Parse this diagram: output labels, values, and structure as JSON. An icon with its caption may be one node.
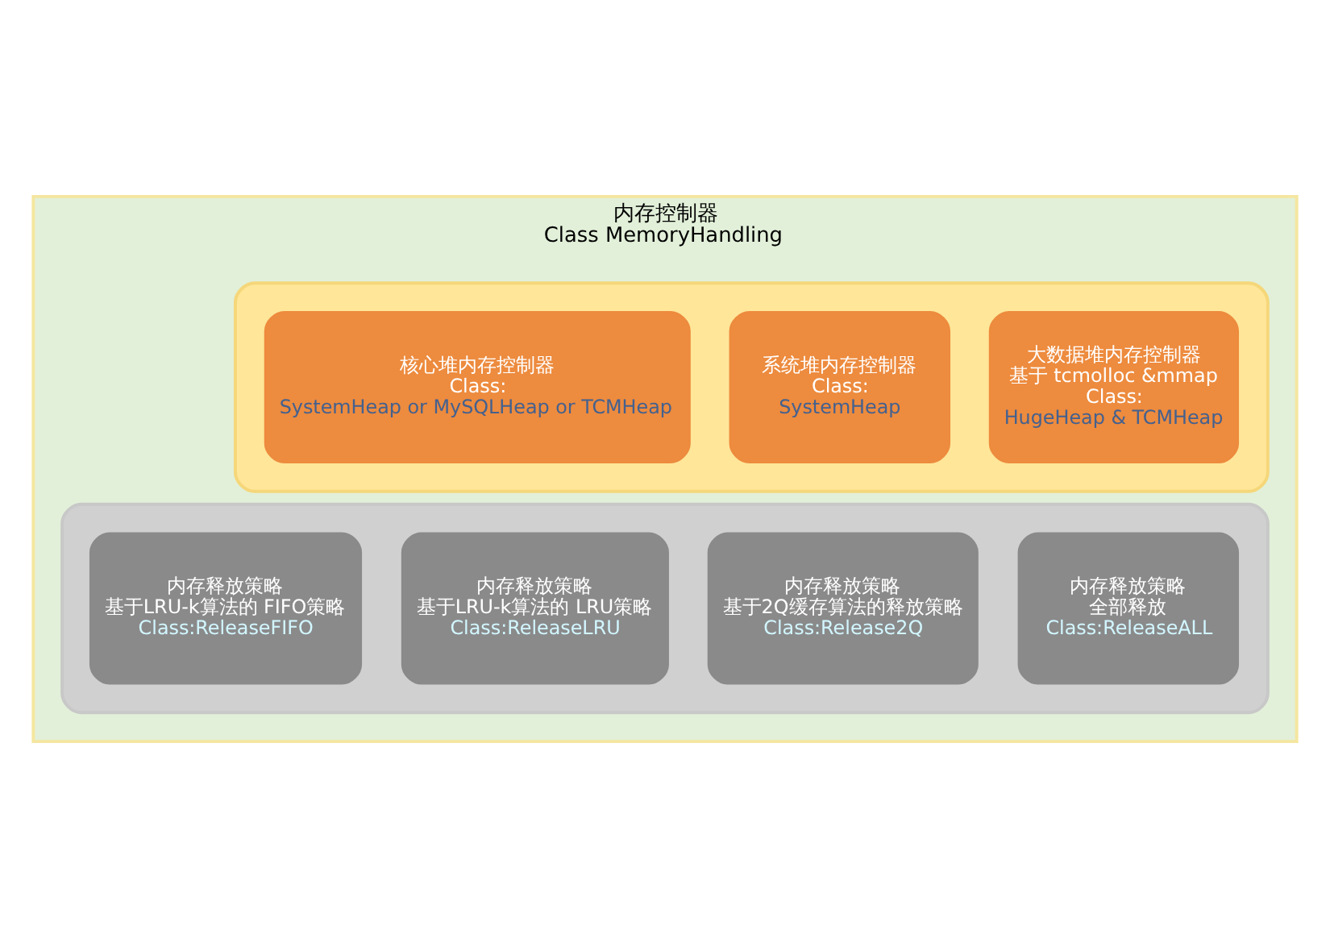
{
  "diagram": {
    "nodes": [
      {
        "text": [
          "内存控制器",
          "Class MemoryHandling"
        ]
      },
      {
        "text": [],
        "shape": "box",
        "in": 0
      },
      {
        "text": [
          "核心堆内存控制器",
          "Class:",
          "SystemHeap or MySQLHeap or TCMHeap"
        ],
        "in": 1
      },
      {
        "text": [
          "系统堆内存控制器",
          "Class:",
          "SystemHeap"
        ],
        "in": 1
      },
      {
        "text": [
          "大数据堆内存控制器",
          "基于 tcmolloc &mmap",
          "Class:",
          "HugeHeap & TCMHeap"
        ],
        "in": 1
      },
      {
        "text": [],
        "shape": "box",
        "in": 0
      },
      {
        "text": [
          "内存释放策略",
          "基于LRU-k算法的 FIFO策略",
          "Class:ReleaseFIFO"
        ],
        "in": 5
      },
      {
        "text": [
          "内存释放策略",
          "基于LRU-k算法的 LRU策略",
          "Class:ReleaseLRU"
        ],
        "in": 5
      },
      {
        "text": [
          "内存释放策略",
          "基于2Q缓存算法的释放策略",
          "Class:Release2Q"
        ],
        "in": 5
      },
      {
        "text": [
          "内存释放策略",
          "全部释放",
          "Class:ReleaseALL"
        ],
        "in": 5
      }
    ],
    "edges": []
  }
}
